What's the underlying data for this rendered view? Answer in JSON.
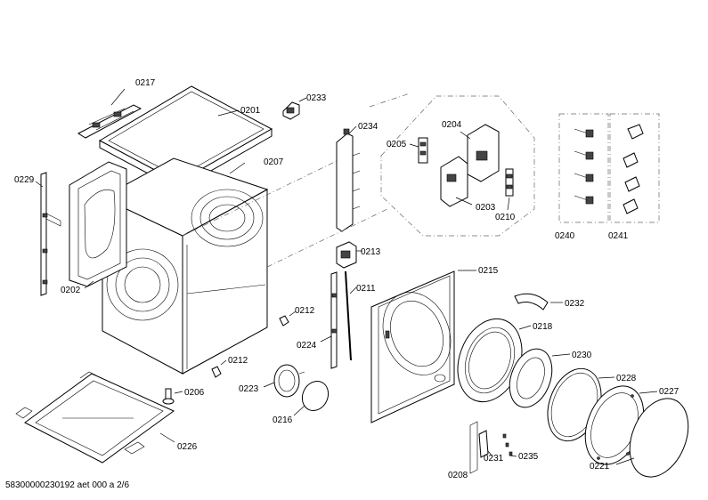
{
  "labels": {
    "p0201": "0201",
    "p0202": "0202",
    "p0203": "0203",
    "p0204": "0204",
    "p0205": "0205",
    "p0206": "0206",
    "p0207": "0207",
    "p0208": "0208",
    "p0210": "0210",
    "p0211": "0211",
    "p0212a": "0212",
    "p0212b": "0212",
    "p0213": "0213",
    "p0215": "0215",
    "p0216": "0216",
    "p0217": "0217",
    "p0218": "0218",
    "p0221": "0221",
    "p0223": "0223",
    "p0224": "0224",
    "p0226": "0226",
    "p0227": "0227",
    "p0228": "0228",
    "p0229": "0229",
    "p0230": "0230",
    "p0231": "0231",
    "p0232": "0232",
    "p0233": "0233",
    "p0234": "0234",
    "p0235": "0235",
    "p0240": "0240",
    "p0241": "0241"
  },
  "footer": "58300000230192 aet 000 a 2/6"
}
